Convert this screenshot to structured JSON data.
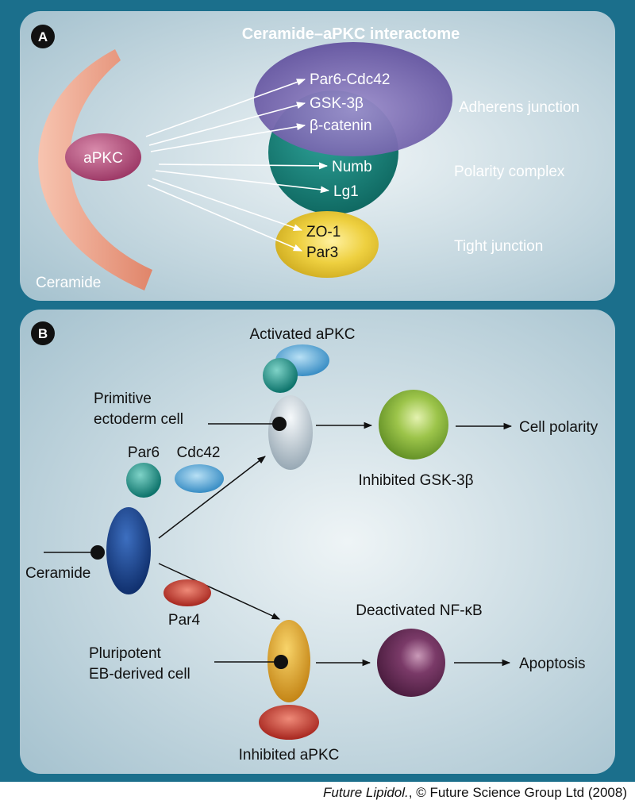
{
  "panel_a": {
    "badge": "A",
    "title": "Ceramide–aPKC interactome",
    "ceramide_label": "Ceramide",
    "apkc_label": "aPKC",
    "targets": {
      "par6_cdc42": "Par6-Cdc42",
      "gsk3b": "GSK-3β",
      "bcatenin": "β-catenin",
      "numb": "Numb",
      "lg1": "Lg1",
      "zo1": "ZO-1",
      "par3": "Par3"
    },
    "complexes": {
      "adherens": "Adherens junction",
      "polarity": "Polarity complex",
      "tight": "Tight junction"
    }
  },
  "panel_b": {
    "badge": "B",
    "activated_apkc": "Activated aPKC",
    "primitive_line1": "Primitive",
    "primitive_line2": "ectoderm cell",
    "par6": "Par6",
    "cdc42": "Cdc42",
    "ceramide": "Ceramide",
    "par4": "Par4",
    "inhibited_gsk": "Inhibited GSK-3β",
    "cell_polarity": "Cell polarity",
    "deactivated_nfkb": "Deactivated NF-κB",
    "pluripotent_line1": "Pluripotent",
    "pluripotent_line2": "EB-derived cell",
    "apoptosis": "Apoptosis",
    "inhibited_apkc": "Inhibited aPKC"
  },
  "credit": {
    "journal": "Future Lipidol.",
    "rest": ", © Future Science Group Ltd (2008)"
  },
  "colors": {
    "frame": "#1b6f8c",
    "panel_center": "#e8f0f3",
    "panel_edge": "#a9c4d0",
    "apkc": "#b34a78",
    "adherens": "#6f5aa8",
    "polarity": "#157f78",
    "tight": "#e4c32a",
    "ceramide_arc": "#f0a890",
    "teal_ball": "#138f86",
    "blue_oval": "#4aa8dc",
    "grey_oval": "#c2ced6",
    "navy_oval": "#153f8e",
    "red_oval": "#c02a20",
    "green_ball": "#86b43a",
    "orange_oval": "#e4a21c",
    "purple_ball": "#6a2f58"
  }
}
